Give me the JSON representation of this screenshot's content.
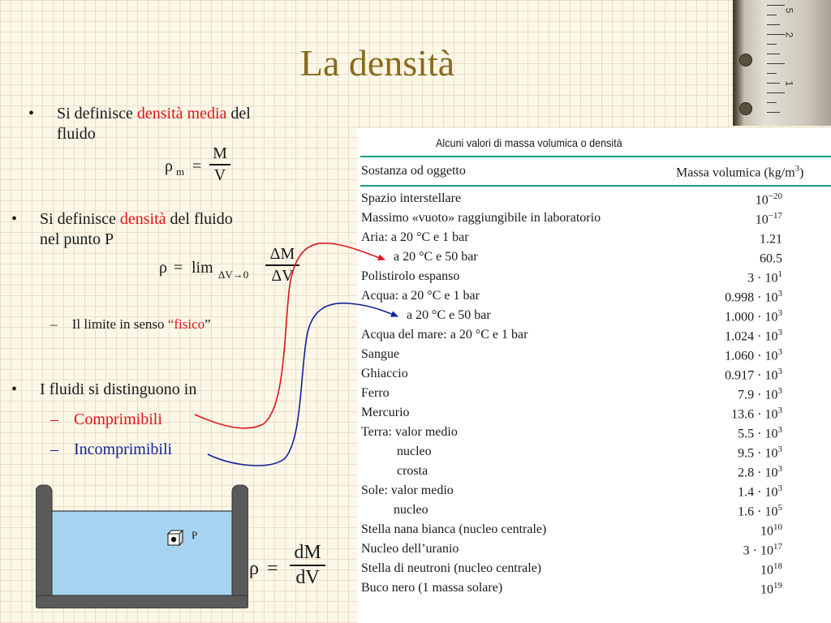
{
  "title": "La densità",
  "bullets": {
    "b1_pre": "Si definisce ",
    "b1_red": "densità media",
    "b1_post": " del",
    "b1_line2": "fluido",
    "f1_rho": "ρ",
    "f1_sub": "m",
    "f1_eq": "=",
    "f1_num": "M",
    "f1_den": "V",
    "b2_pre": "Si definisce ",
    "b2_red": "densità",
    "b2_post": " del fluido",
    "b2_line2": "nel punto P",
    "f2_rho": "ρ",
    "f2_eq": "=",
    "f2_lim": "lim",
    "f2_sub": "ΔV→0",
    "f2_num": "ΔM",
    "f2_den": "ΔV",
    "sub_dash": "–",
    "sub_pre": "Il limite in senso ",
    "sub_red": "“fisico",
    "sub_post": "”",
    "b3": "I fluidi si distinguono in",
    "b3_i1": "Comprimibili",
    "b3_i2": "Incomprimibili",
    "bullet_char": "•",
    "dash_char": "–"
  },
  "diagram": {
    "point_label": "P",
    "f3_rho": "ρ",
    "f3_eq": "=",
    "f3_num": "dM",
    "f3_den": "dV"
  },
  "ruler": {
    "numbers": [
      "5",
      "2",
      "1"
    ]
  },
  "table": {
    "title": "Alcuni valori di massa volumica o densità",
    "header_left": "Sostanza od oggetto",
    "header_right_text": "Massa volumica (kg/m",
    "header_right_sup": "3",
    "header_right_close": ")",
    "rows": [
      {
        "name": "Spazio interstellare",
        "base": "10",
        "sup": "−20"
      },
      {
        "name": "Massimo «vuoto» raggiungibile in laboratorio",
        "base": "10",
        "sup": "−17"
      },
      {
        "name": "Aria: a 20 °C e 1 bar",
        "base": "1.21",
        "sup": ""
      },
      {
        "name": "a 20 °C e 50 bar",
        "base": "60.5",
        "sup": ""
      },
      {
        "name": "Polistirolo espanso",
        "base": "3 · 10",
        "sup": "1"
      },
      {
        "name": "Acqua: a 20 °C e 1 bar",
        "base": "0.998 · 10",
        "sup": "3"
      },
      {
        "name": "a 20 °C e 50 bar",
        "base": "1.000 · 10",
        "sup": "3"
      },
      {
        "name": "Acqua del mare: a 20 °C e 1 bar",
        "base": "1.024 · 10",
        "sup": "3"
      },
      {
        "name": "Sangue",
        "base": "1.060 · 10",
        "sup": "3"
      },
      {
        "name": "Ghiaccio",
        "base": "0.917 · 10",
        "sup": "3"
      },
      {
        "name": "Ferro",
        "base": "7.9 · 10",
        "sup": "3"
      },
      {
        "name": "Mercurio",
        "base": "13.6 · 10",
        "sup": "3"
      },
      {
        "name": "Terra: valor medio",
        "base": "5.5 · 10",
        "sup": "3"
      },
      {
        "name": "nucleo",
        "base": "9.5 · 10",
        "sup": "3"
      },
      {
        "name": "crosta",
        "base": "2.8 · 10",
        "sup": "3"
      },
      {
        "name": "Sole: valor medio",
        "base": "1.4 · 10",
        "sup": "3"
      },
      {
        "name": "nucleo",
        "base": "1.6 · 10",
        "sup": "5"
      },
      {
        "name": "Stella nana bianca (nucleo centrale)",
        "base": "10",
        "sup": "10"
      },
      {
        "name": "Nucleo dell’uranio",
        "base": "3 · 10",
        "sup": "17"
      },
      {
        "name": "Stella di neutroni (nucleo centrale)",
        "base": "10",
        "sup": "18"
      },
      {
        "name": "Buco nero (1 massa solare)",
        "base": "10",
        "sup": "19"
      }
    ]
  },
  "colors": {
    "title": "#8a6a1e",
    "emphasis": "#e0141a",
    "incompressible": "#1020a0",
    "table_rule": "#1a9c7c",
    "water": "#a6d4f0"
  }
}
